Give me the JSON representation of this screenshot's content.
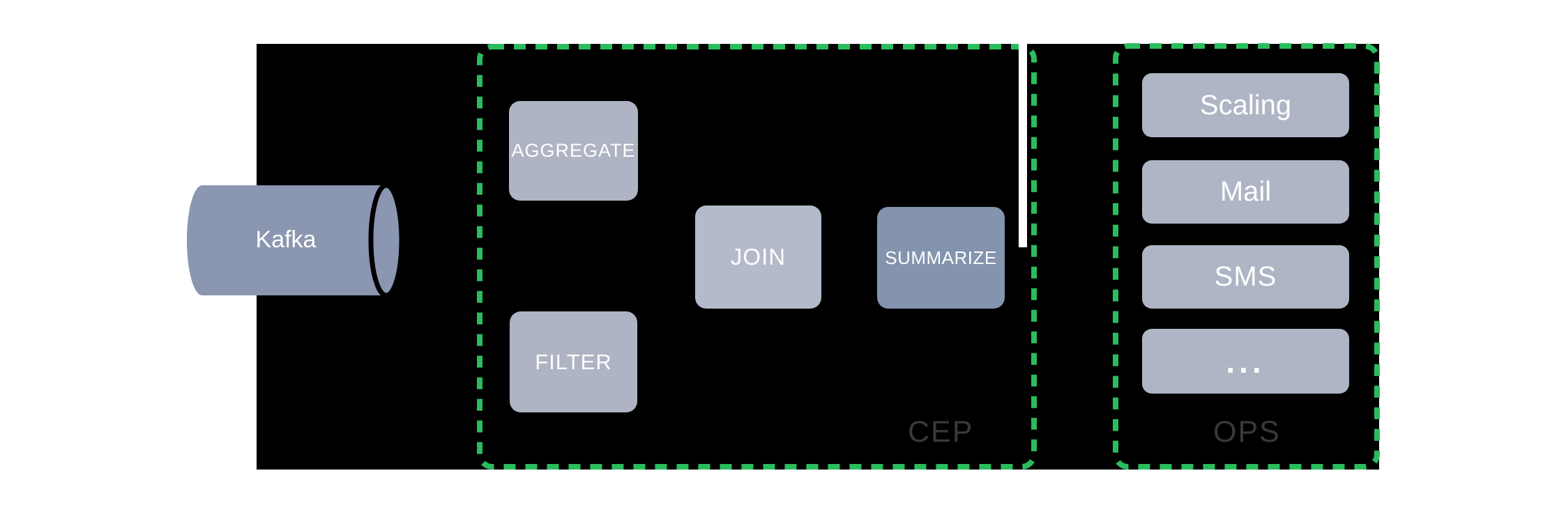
{
  "source": {
    "label": "Kafka"
  },
  "cep": {
    "label": "CEP",
    "nodes": {
      "aggregate": "AGGREGATE",
      "filter": "FILTER",
      "join": "JOIN",
      "summarize": "SUMMARIZE"
    }
  },
  "ops": {
    "label": "OPS",
    "actions": [
      "Scaling",
      "Mail",
      "SMS",
      "..."
    ]
  },
  "colors": {
    "zone_background": "#000000",
    "dashed_border_green": "#2abd5d",
    "node_fill_light": "#aeb4c3",
    "node_fill_join": "#b4bac9",
    "node_fill_summarize": "#8493ae",
    "action_fill": "#aeb5c4",
    "cylinder_fill": "#8b96b1",
    "node_text": "#ffffff",
    "zone_label_text": "#39393b",
    "gap_stripe": "#ffffff"
  }
}
